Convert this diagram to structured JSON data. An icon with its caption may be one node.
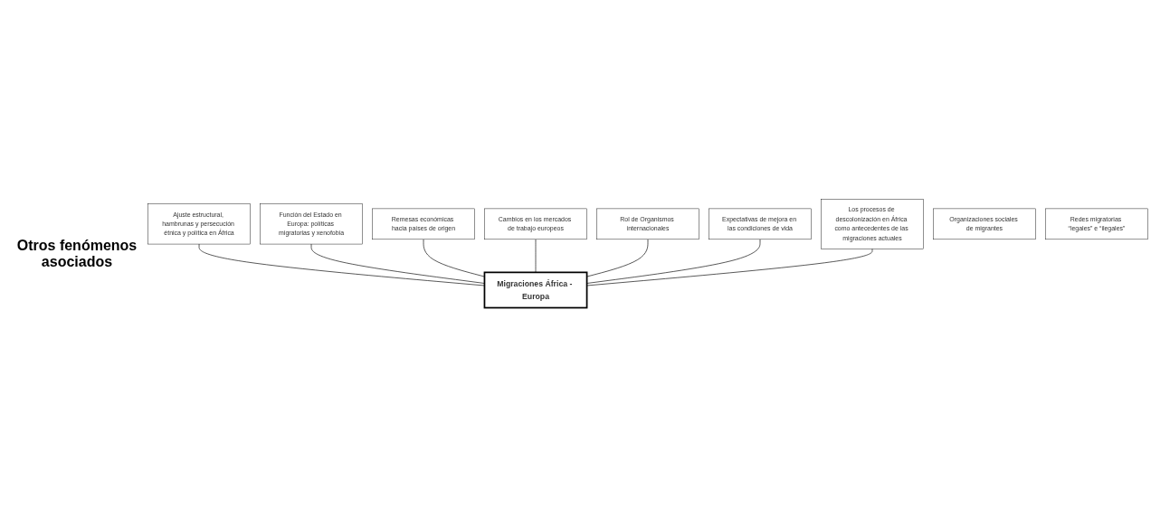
{
  "diagram": {
    "nodes": [
      {
        "text": [
          "Migraciones África - Europa"
        ]
      },
      {
        "text": [
          "Ajuste estructural, hambrunas y persecución étnica y política en África"
        ]
      },
      {
        "text": [
          "Función del Estado en Europa: políticas migratorias y xenofobia"
        ]
      },
      {
        "text": [
          "Remesas económicas hacia países de origen"
        ]
      },
      {
        "text": [
          "Cambios en los mercados de trabajo europeos"
        ]
      },
      {
        "text": [
          "Rol de Organismos internacionales"
        ]
      },
      {
        "text": [
          "Expectativas de mejora en las condiciones de vida"
        ]
      },
      {
        "text": [
          "Los procesos de descolonización en África como antecedentes de las migraciones actuales"
        ]
      },
      {
        "text": [
          "Organizaciones sociales de migrantes"
        ]
      },
      {
        "text": [
          "Redes migratorias “legales” e “ilegales”"
        ]
      }
    ],
    "edges": [
      {
        "from": 1,
        "to": 0,
        "arrow": "none"
      },
      {
        "from": 2,
        "to": 0,
        "arrow": "none"
      },
      {
        "from": 3,
        "to": 0,
        "arrow": "none"
      },
      {
        "from": 4,
        "to": 0,
        "arrow": "none"
      },
      {
        "from": 5,
        "to": 0,
        "arrow": "none"
      },
      {
        "from": 6,
        "to": 0,
        "arrow": "none"
      },
      {
        "from": 7,
        "to": 0,
        "arrow": "none"
      }
    ],
    "labels": [
      "Otros fenómenos asociados"
    ]
  }
}
